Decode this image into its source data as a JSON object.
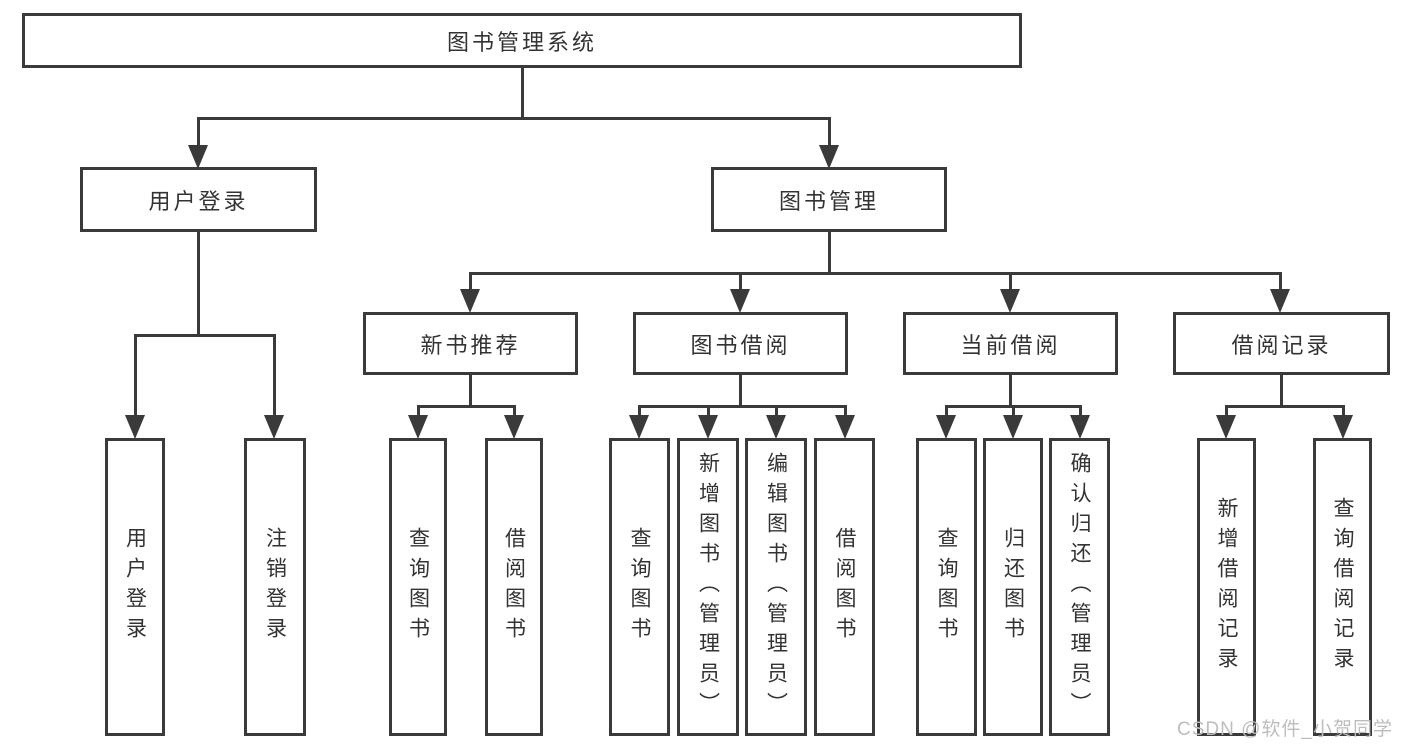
{
  "diagram": {
    "root": {
      "label": "图书管理系统"
    },
    "level2": [
      {
        "label": "用户登录"
      },
      {
        "label": "图书管理"
      }
    ],
    "level3": [
      {
        "label": "新书推荐",
        "parent": "图书管理"
      },
      {
        "label": "图书借阅",
        "parent": "图书管理"
      },
      {
        "label": "当前借阅",
        "parent": "图书管理"
      },
      {
        "label": "借阅记录",
        "parent": "图书管理"
      }
    ],
    "leaves": [
      {
        "label": "用户登录",
        "parent": "用户登录"
      },
      {
        "label": "注销登录",
        "parent": "用户登录"
      },
      {
        "label": "查询图书",
        "parent": "新书推荐"
      },
      {
        "label": "借阅图书",
        "parent": "新书推荐"
      },
      {
        "label": "查询图书",
        "parent": "图书借阅"
      },
      {
        "label": "新增图书（管理员）",
        "parent": "图书借阅"
      },
      {
        "label": "编辑图书（管理员）",
        "parent": "图书借阅"
      },
      {
        "label": "借阅图书",
        "parent": "图书借阅"
      },
      {
        "label": "查询图书",
        "parent": "当前借阅"
      },
      {
        "label": "归还图书",
        "parent": "当前借阅"
      },
      {
        "label": "确认归还（管理员）",
        "parent": "当前借阅"
      },
      {
        "label": "新增借阅记录",
        "parent": "借阅记录"
      },
      {
        "label": "查询借阅记录",
        "parent": "借阅记录"
      }
    ],
    "watermark": "CSDN @软件_小贺同学",
    "colors": {
      "line": "#3a3a3a",
      "text": "#333333",
      "watermark": "#bdbdbd",
      "background": "#ffffff"
    }
  }
}
